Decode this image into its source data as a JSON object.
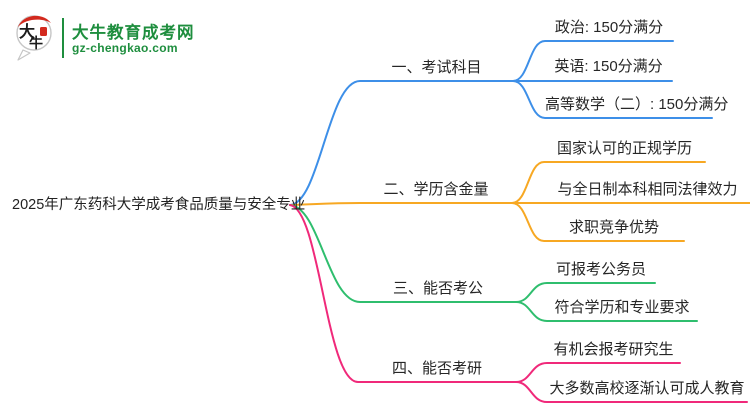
{
  "logo": {
    "mark": "大牛",
    "title": "大牛教育成考网",
    "url": "gz-chengkao.com",
    "brand_color": "#1E8E3E",
    "accent_red": "#D32A1E"
  },
  "root": {
    "label": "2025年广东药科大学成考食品质量与安全专业"
  },
  "branches": [
    {
      "label": "一、考试科目",
      "color": "#3D8FE8",
      "children": [
        "政治: 150分满分",
        "英语: 150分满分",
        "高等数学（二）: 150分满分"
      ]
    },
    {
      "label": "二、学历含金量",
      "color": "#F7A823",
      "children": [
        "国家认可的正规学历",
        "与全日制本科相同法律效力",
        "求职竞争优势"
      ]
    },
    {
      "label": "三、能否考公",
      "color": "#2FBE6E",
      "children": [
        "可报考公务员",
        "符合学历和专业要求"
      ]
    },
    {
      "label": "四、能否考研",
      "color": "#F0297A",
      "children": [
        "有机会报考研究生",
        "大多数高校逐渐认可成人教育"
      ]
    }
  ]
}
